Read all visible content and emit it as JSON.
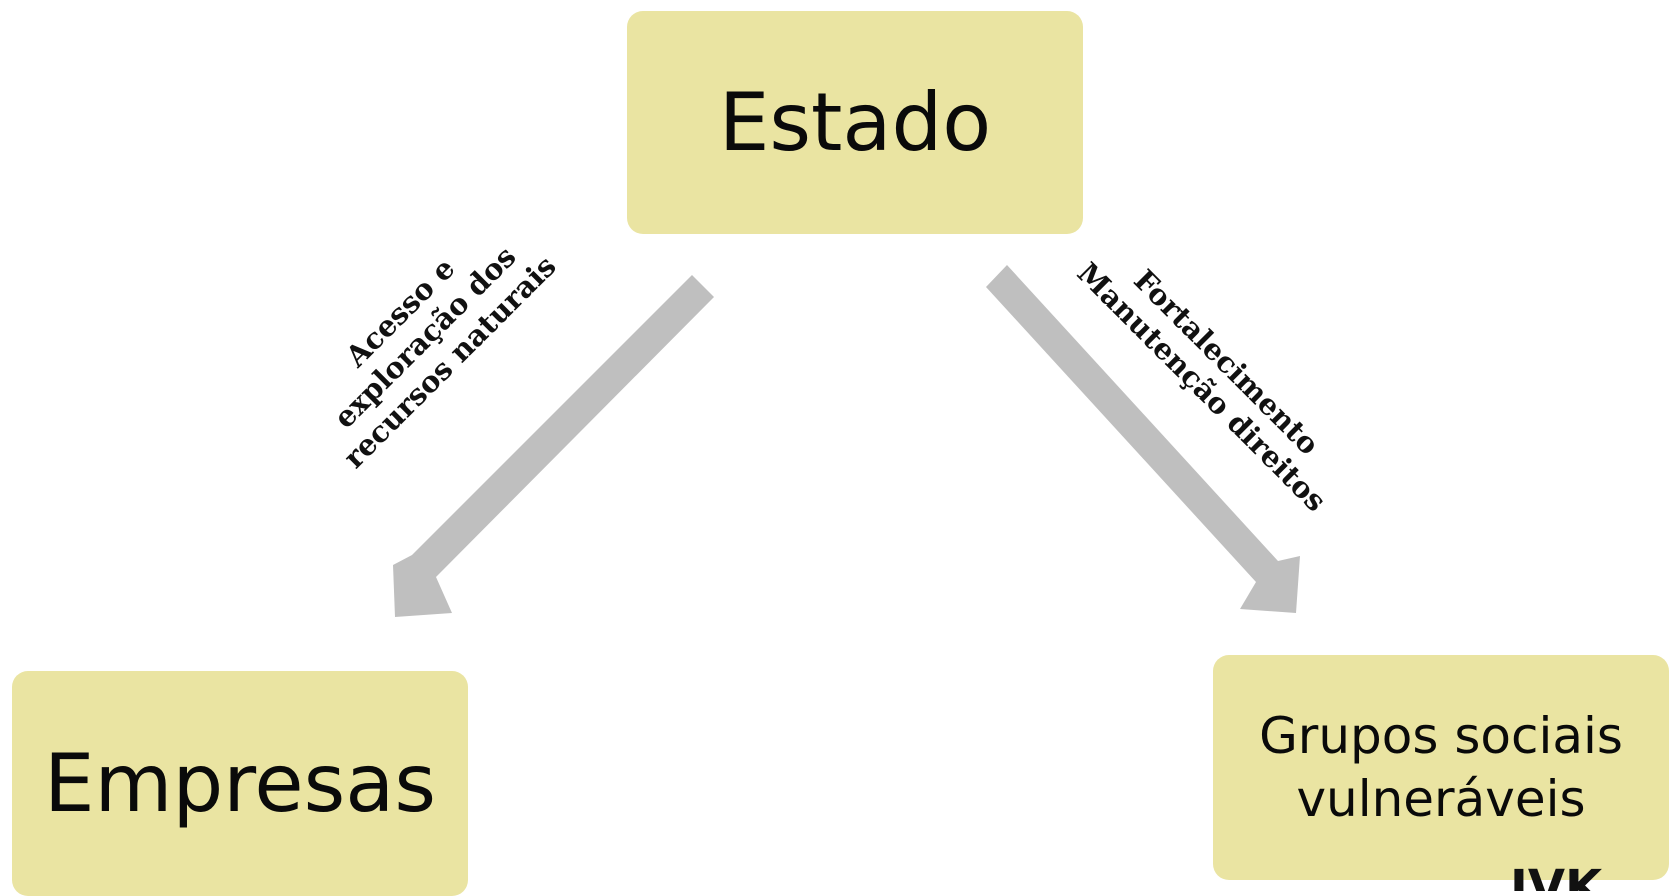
{
  "nodes": {
    "estado": "Estado",
    "empresas": "Empresas",
    "grupos_line1": "Grupos sociais",
    "grupos_line2": "vulneráveis"
  },
  "edges": {
    "estado_to_empresas": {
      "line1": "Acesso e",
      "line2": "exploração dos",
      "line3": "recursos naturais"
    },
    "estado_to_grupos": {
      "line1": "Fortalecimento",
      "line2": "Manutenção direitos"
    }
  },
  "colors": {
    "box_fill": "#eae4a2",
    "arrow": "#bfbfbf"
  }
}
